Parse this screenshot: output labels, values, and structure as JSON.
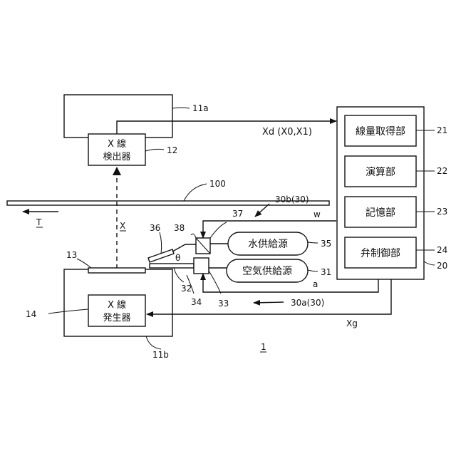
{
  "labels": {
    "detector_housing": "11a",
    "detector_line1": "X 線",
    "detector_line2": "検出器",
    "detector_ref": "12",
    "signal_xd": "Xd (X0,X1)",
    "plate_ref": "100",
    "t_label": "T",
    "x_label": "X",
    "ref_30b": "30b(30)",
    "ref_w": "w",
    "ref_36": "36",
    "ref_38": "38",
    "ref_37": "37",
    "theta": "θ",
    "ref_32": "32",
    "ref_34": "34",
    "ref_33": "33",
    "ref_13": "13",
    "ref_14": "14",
    "generator_line1": "X 線",
    "generator_line2": "発生器",
    "ref_11b": "11b",
    "water_source": "水供給源",
    "ref_35": "35",
    "air_source": "空気供給源",
    "ref_31": "31",
    "ref_a": "a",
    "ref_30a": "30a(30)",
    "ref_xg": "Xg",
    "ref_1": "1",
    "dose_unit": "線量取得部",
    "ref_21": "21",
    "calc_unit": "演算部",
    "ref_22": "22",
    "memory_unit": "記憶部",
    "ref_23": "23",
    "valve_unit": "弁制御部",
    "ref_24": "24",
    "ref_20": "20"
  }
}
